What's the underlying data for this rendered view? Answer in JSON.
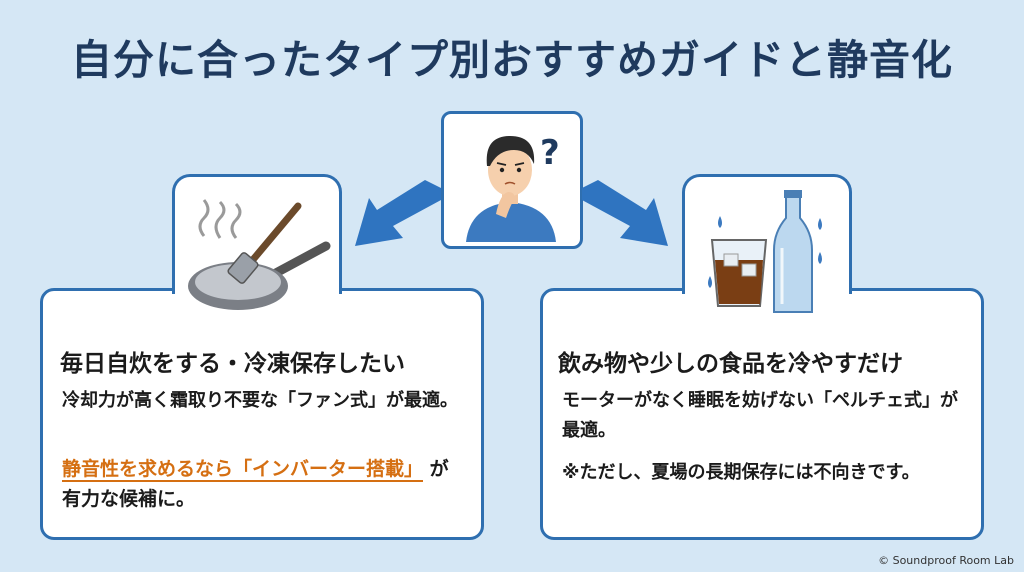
{
  "title": "自分に合ったタイプ別おすすめガイドと静音化",
  "left_card": {
    "heading": "毎日自炊をする・冷凍保存したい",
    "text1": "冷却力が高く霜取り不要な「ファン式」が最適。",
    "text2_highlight": "静音性を求めるなら「インバーター搭載」",
    "text2_rest": "が有力な候補に。"
  },
  "right_card": {
    "heading": "飲み物や少しの食品を冷やすだけ",
    "text1": "モーターがなく睡眠を妨げない「ペルチェ式」が最適。",
    "text2": "※ただし、夏場の長期保存には不向きです。"
  },
  "credit": "© Soundproof Room Lab",
  "icons": {
    "center": "thinking-person-icon",
    "left": "frying-pan-icon",
    "right": "drinks-icon"
  },
  "colors": {
    "background": "#d5e7f5",
    "border": "#2f6fb0",
    "title": "#1f3a5e",
    "highlight": "#d56f12"
  }
}
